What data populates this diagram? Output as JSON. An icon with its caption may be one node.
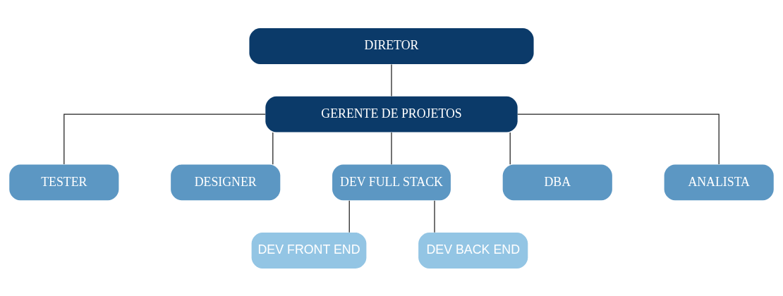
{
  "diagram": {
    "nodes": [
      {
        "text": [
          "DIRETOR"
        ]
      },
      {
        "text": [
          "GERENTE DE PROJETOS"
        ]
      },
      {
        "text": [
          "TESTER"
        ]
      },
      {
        "text": [
          "DESIGNER"
        ]
      },
      {
        "text": [
          "DEV FULL STACK"
        ]
      },
      {
        "text": [
          "DBA"
        ]
      },
      {
        "text": [
          "ANALISTA"
        ]
      },
      {
        "text": [
          "DEV FRONT END"
        ]
      },
      {
        "text": [
          "DEV BACK END"
        ]
      }
    ],
    "edges": [
      {
        "from": 0,
        "to": 1,
        "arrow": "none"
      },
      {
        "from": 1,
        "to": 2,
        "arrow": "none"
      },
      {
        "from": 1,
        "to": 3,
        "arrow": "none"
      },
      {
        "from": 1,
        "to": 4,
        "arrow": "none"
      },
      {
        "from": 1,
        "to": 5,
        "arrow": "none"
      },
      {
        "from": 1,
        "to": 6,
        "arrow": "none"
      },
      {
        "from": 4,
        "to": 7,
        "arrow": "none"
      },
      {
        "from": 4,
        "to": 8,
        "arrow": "none"
      }
    ]
  }
}
